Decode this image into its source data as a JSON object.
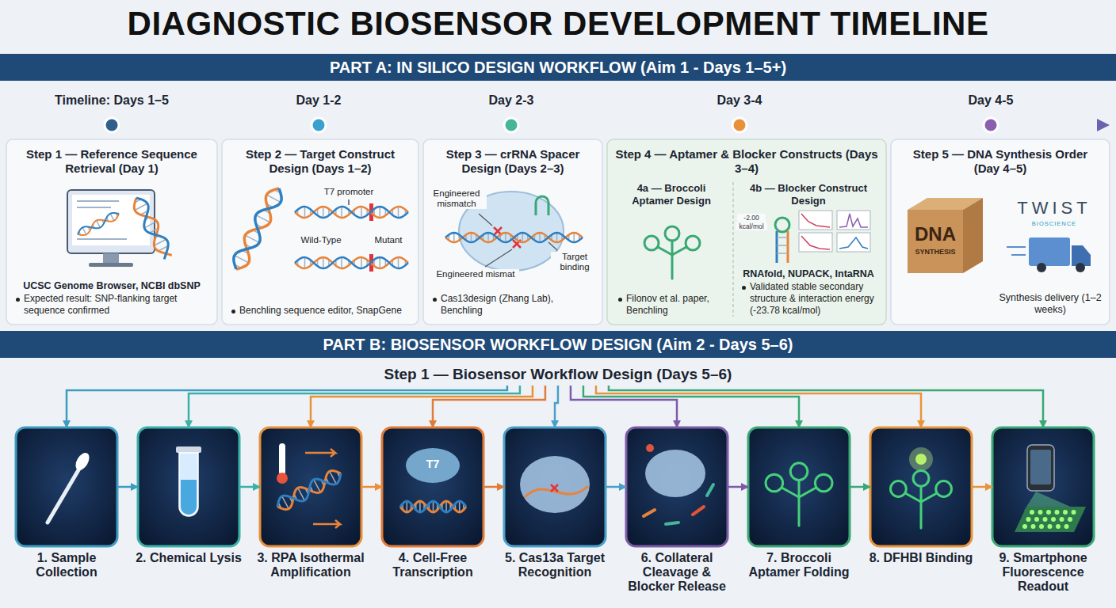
{
  "diagram": {
    "title": "DIAGNOSTIC BIOSENSOR DEVELOPMENT TIMELINE",
    "nodes": [
      {
        "text": [
          "PART A: IN SILICO DESIGN WORKFLOW (Aim 1 - Days 1–5+)"
        ]
      },
      {
        "text": [
          "Step 1 — Reference Sequence Retrieval (Day 1)",
          "UCSC Genome Browser, NCBI dbSNP",
          "Expected result: SNP-flanking target sequence confirmed"
        ]
      },
      {
        "text": [
          "Step 2 — Target Construct Design (Days 1–2)",
          "Benchling sequence editor, SnapGene"
        ]
      },
      {
        "text": [
          "Step 3 — crRNA Spacer Design (Days 2–3)",
          "Cas13design (Zhang Lab), Benchling"
        ]
      },
      {
        "text": [
          "Step 4 — Aptamer & Blocker Constructs (Days 3–4)"
        ]
      },
      {
        "text": [
          "4a — Broccoli Aptamer Design",
          "Filonov et al. paper, Benchling"
        ],
        "in": 4
      },
      {
        "text": [
          "4b — Blocker Construct Design",
          "RNAfold, NUPACK, IntaRNA",
          "Validated stable secondary structure & interaction energy (-23.78 kcal/mol)"
        ],
        "in": 4
      },
      {
        "text": [
          "Step 5 — DNA Synthesis Order (Day 4–5)",
          "Synthesis delivery (1–2 weeks)"
        ]
      },
      {
        "text": [
          "PART B: BIOSENSOR WORKFLOW DESIGN (Aim 2 - Days 5–6)"
        ]
      },
      {
        "text": [
          "Step 1 — Biosensor Workflow Design (Days 5–6)"
        ]
      },
      {
        "text": [
          "1. Sample Collection"
        ]
      },
      {
        "text": [
          "2. Chemical Lysis"
        ]
      },
      {
        "text": [
          "3. RPA Isothermal Amplification"
        ]
      },
      {
        "text": [
          "4. Cell-Free Transcription"
        ]
      },
      {
        "text": [
          "5. Cas13a Target Recognition"
        ]
      },
      {
        "text": [
          "6. Collateral Cleavage & Blocker Release"
        ]
      },
      {
        "text": [
          "7. Broccoli Aptamer Folding"
        ]
      },
      {
        "text": [
          "8. DFHBI Binding"
        ]
      },
      {
        "text": [
          "9. Smartphone Fluorescence Readout"
        ]
      }
    ],
    "edges": [
      {
        "from": 9,
        "to": 10,
        "arrow": "to"
      },
      {
        "from": 9,
        "to": 11,
        "arrow": "to"
      },
      {
        "from": 9,
        "to": 12,
        "arrow": "to"
      },
      {
        "from": 9,
        "to": 13,
        "arrow": "to"
      },
      {
        "from": 9,
        "to": 14,
        "arrow": "to"
      },
      {
        "from": 9,
        "to": 15,
        "arrow": "to"
      },
      {
        "from": 9,
        "to": 16,
        "arrow": "to"
      },
      {
        "from": 9,
        "to": 17,
        "arrow": "to"
      },
      {
        "from": 9,
        "to": 18,
        "arrow": "to"
      },
      {
        "from": 10,
        "to": 11,
        "arrow": "to"
      },
      {
        "from": 11,
        "to": 12,
        "arrow": "to"
      },
      {
        "from": 12,
        "to": 13,
        "arrow": "to"
      },
      {
        "from": 13,
        "to": 14,
        "arrow": "to"
      },
      {
        "from": 14,
        "to": 15,
        "arrow": "to"
      },
      {
        "from": 15,
        "to": 16,
        "arrow": "to"
      },
      {
        "from": 16,
        "to": 17,
        "arrow": "to"
      },
      {
        "from": 17,
        "to": 18,
        "arrow": "to"
      }
    ],
    "labels": [
      "Timeline: Days 1–5",
      "Day 1-2",
      "Day 2-3",
      "Day 3-4",
      "Day 4-5",
      "T7 promoter",
      "Wild-Type",
      "Mutant",
      "Engineered mismatch",
      "Target binding",
      "Engineered mismat",
      "-2.00",
      "kcal/mol",
      "DNA",
      "SYNTHESIS",
      "TWIST",
      "BIOSCIENCE",
      "T7"
    ]
  }
}
